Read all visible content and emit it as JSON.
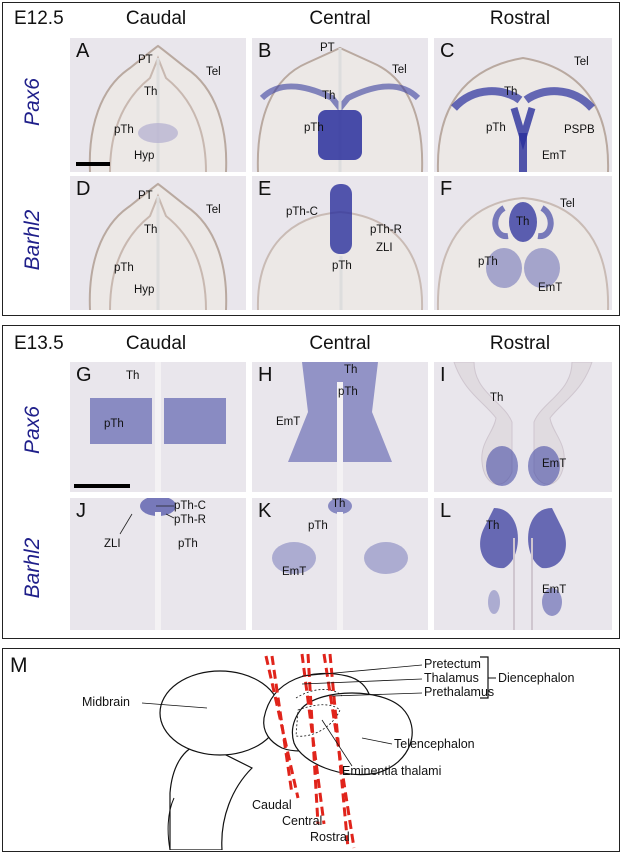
{
  "top": {
    "stage": "E12.5",
    "columns": [
      "Caudal",
      "Central",
      "Rostral"
    ],
    "genes": [
      "Pax6",
      "Barhl2"
    ],
    "panels": [
      {
        "letter": "A",
        "labels": [
          "PT",
          "Tel",
          "Th",
          "pTh",
          "Hyp"
        ]
      },
      {
        "letter": "B",
        "labels": [
          "PT",
          "Tel",
          "Th",
          "pTh"
        ]
      },
      {
        "letter": "C",
        "labels": [
          "Tel",
          "Th",
          "pTh",
          "PSPB",
          "EmT"
        ]
      },
      {
        "letter": "D",
        "labels": [
          "PT",
          "Tel",
          "Th",
          "pTh",
          "Hyp"
        ]
      },
      {
        "letter": "E",
        "labels": [
          "pTh-C",
          "pTh-R",
          "ZLI",
          "pTh"
        ]
      },
      {
        "letter": "F",
        "labels": [
          "Tel",
          "Th",
          "pTh",
          "EmT"
        ]
      }
    ]
  },
  "bottom": {
    "stage": "E13.5",
    "columns": [
      "Caudal",
      "Central",
      "Rostral"
    ],
    "genes": [
      "Pax6",
      "Barhl2"
    ],
    "panels": [
      {
        "letter": "G",
        "labels": [
          "Th",
          "pTh"
        ]
      },
      {
        "letter": "H",
        "labels": [
          "Th",
          "pTh",
          "EmT"
        ]
      },
      {
        "letter": "I",
        "labels": [
          "Th",
          "EmT"
        ]
      },
      {
        "letter": "J",
        "labels": [
          "pTh-C",
          "pTh-R",
          "ZLI",
          "pTh"
        ]
      },
      {
        "letter": "K",
        "labels": [
          "Th",
          "pTh",
          "EmT"
        ]
      },
      {
        "letter": "L",
        "labels": [
          "Th",
          "EmT"
        ]
      }
    ]
  },
  "schematic": {
    "letter": "M",
    "labels": {
      "midbrain": "Midbrain",
      "pretectum": "Pretectum",
      "thalamus": "Thalamus",
      "prethalamus": "Prethalamus",
      "diencephalon": "Diencephalon",
      "telencephalon": "Telencephalon",
      "eminentia": "Eminentia thalami",
      "caudal": "Caudal",
      "central": "Central",
      "rostral": "Rostral"
    },
    "colors": {
      "section_line": "#e0241b",
      "stain": "#2a2f9c"
    }
  }
}
